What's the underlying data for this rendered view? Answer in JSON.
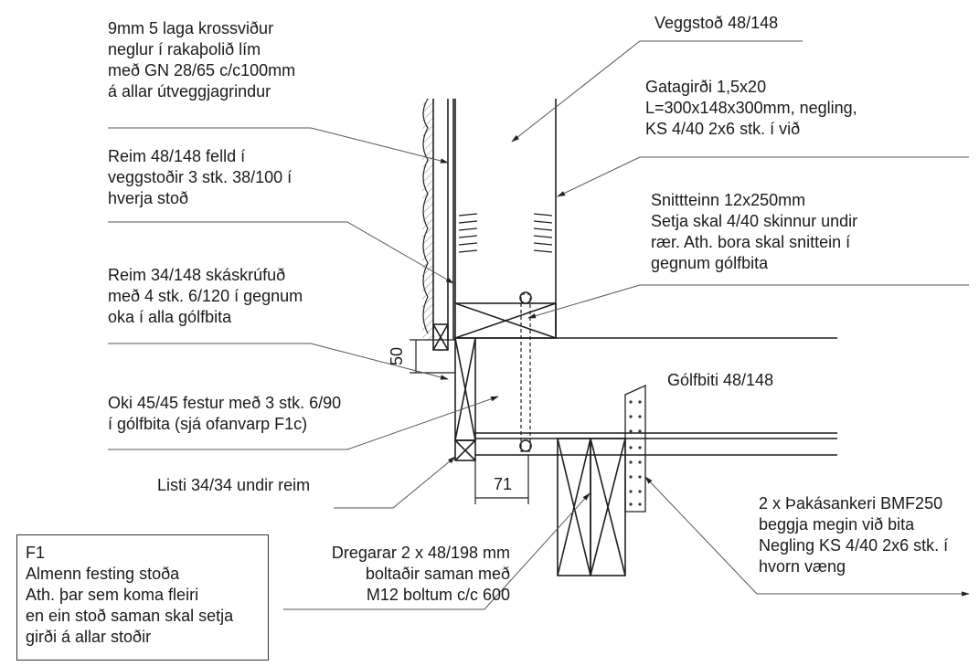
{
  "labels": {
    "plywood": [
      "9mm 5 laga krossviður",
      "neglur í rakaþolið lím",
      "með GN 28/65 c/c100mm",
      "á allar útveggjagrindur"
    ],
    "stud": "Veggstoð 48/148",
    "hanger": [
      "Gatagirði 1,5x20",
      "L=300x148x300mm, negling,",
      "KS 4/40  2x6 stk. í við"
    ],
    "strap1": [
      "Reim 48/148 felld í",
      "veggstoðir 3 stk. 38/100 í",
      "hverja stoð"
    ],
    "rod": [
      "Snittteinn 12x250mm",
      "Setja skal 4/40  skinnur undir",
      "rær. Ath. bora skal snittein í",
      "gegnum gólfbita"
    ],
    "strap2": [
      "Reim 34/148 skáskrúfuð",
      "með 4 stk. 6/120 í gegnum",
      "oka í alla gólfbita"
    ],
    "joist": "Gólfbiti 48/148",
    "yoke": [
      "Oki 45/45 festur með 3 stk. 6/90",
      "í gólfbita (sjá ofanvarp F1c)"
    ],
    "batten": "Listi 34/34 undir reim",
    "anchor": [
      "2 x Þakásankeri BMF250",
      "beggja megin við bita",
      "Negling KS 4/40 2x6 stk. í",
      "hvorn væng"
    ],
    "beams": [
      "Dregarar 2 x 48/198 mm",
      "boltaðir saman með",
      "M12 boltum c/c 600"
    ]
  },
  "dimensions": {
    "vertical": "50",
    "horizontal": "71"
  },
  "title_box": [
    "F1",
    "Almenn festing stoða",
    "Ath. þar sem koma fleiri",
    "en ein stoð saman skal setja",
    "girði á allar stoðir"
  ]
}
